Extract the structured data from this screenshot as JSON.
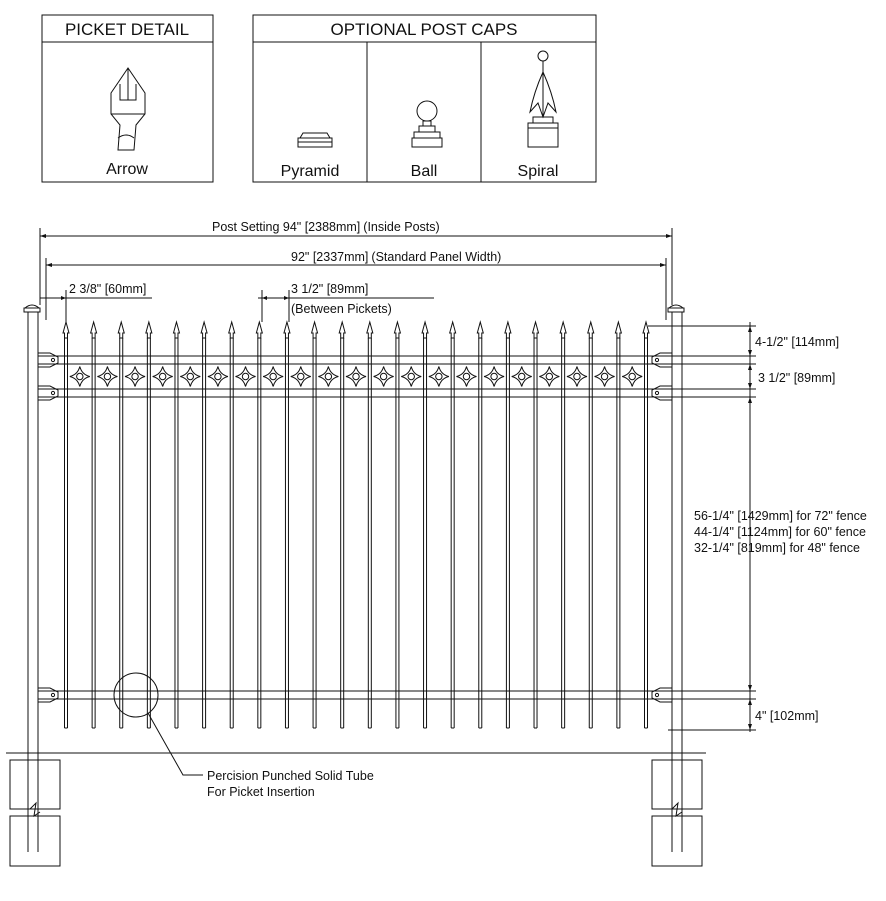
{
  "picket_detail": {
    "header": "PICKET DETAIL",
    "label": "Arrow"
  },
  "post_caps": {
    "header": "OPTIONAL POST CAPS",
    "items": [
      {
        "label": "Pyramid"
      },
      {
        "label": "Ball"
      },
      {
        "label": "Spiral"
      }
    ]
  },
  "dimensions": {
    "post_setting": "Post Setting 94\" [2388mm]",
    "post_setting_note": "(Inside Posts)",
    "panel_width": "92\" [2337mm]",
    "panel_width_note": "(Standard Panel Width)",
    "end_gap": "2 3/8\" [60mm]",
    "picket_spacing": "3 1/2\" [89mm]",
    "picket_spacing_note": "(Between Pickets)",
    "top_height": "4-1/2\" [114mm]",
    "rail_band": "3 1/2\" [89mm]",
    "heights": [
      "56-1/4\" [1429mm] for 72\" fence",
      "44-1/4\" [1124mm] for 60\" fence",
      "32-1/4\" [819mm] for 48\" fence"
    ],
    "bottom_height": "4\" [102mm]"
  },
  "callout": {
    "line1": "Percision Punched Solid Tube",
    "line2": "For Picket Insertion"
  },
  "drawing": {
    "picket_count": 22,
    "diamond_count": 21
  }
}
